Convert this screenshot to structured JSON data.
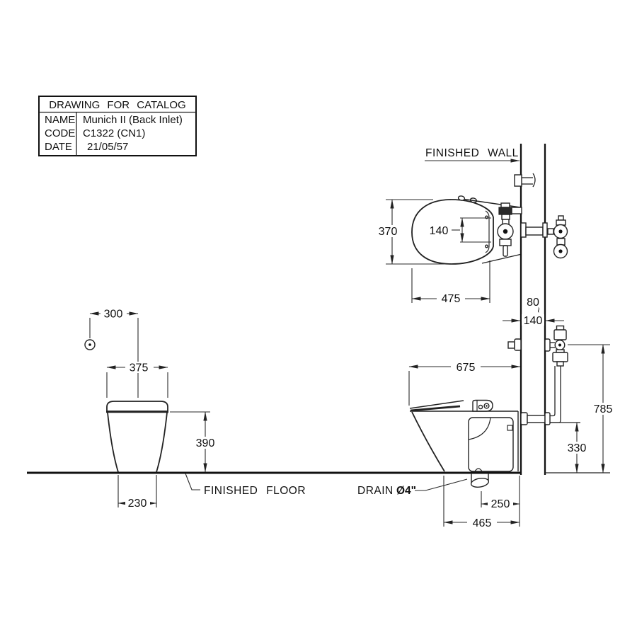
{
  "title_block": {
    "header": "DRAWING FOR CATALOG",
    "rows": [
      {
        "label": "NAME",
        "value": "Munich II (Back Inlet)"
      },
      {
        "label": "CODE",
        "value": "C1322 (CN1)"
      },
      {
        "label": "DATE",
        "value": "21/05/57"
      }
    ]
  },
  "labels": {
    "finished_wall": "FINISHED WALL",
    "finished_floor": "FINISHED FLOOR",
    "drain_prefix": "DRAIN",
    "drain_size": "Ø4\""
  },
  "dims": {
    "plan_seat_width": "370",
    "plan_hinge_offset": "140",
    "plan_seat_length": "475",
    "wall_min": "80",
    "wall_range_sep": "~",
    "wall_max": "140",
    "side_depth": "675",
    "flush_valve_height": "785",
    "inlet_height": "330",
    "drain_to_wall": "250",
    "base_to_wall": "465",
    "supply_offset": "300",
    "front_top_width": "375",
    "bowl_height": "390",
    "front_base_width": "230"
  },
  "colors": {
    "line": "#222222",
    "heavy": "#111111",
    "background": "#ffffff"
  }
}
